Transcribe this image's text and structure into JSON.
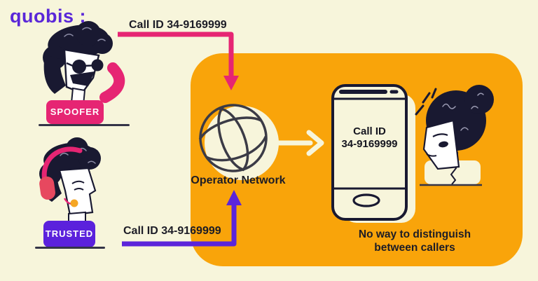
{
  "logo": {
    "text": "quobis :"
  },
  "colors": {
    "background": "#F7F5DB",
    "panel_orange": "#F9A40A",
    "pink": "#E62573",
    "purple": "#5B21DC",
    "logo_purple": "#5A27D8",
    "dark_ink": "#191931",
    "mic_orange": "#F5A623"
  },
  "spoofer": {
    "label": "SPOOFER",
    "call_id": "Call ID 34-9169999"
  },
  "trusted": {
    "label": "TRUSTED",
    "call_id": "Call ID 34-9169999"
  },
  "network": {
    "label": "Operator Network"
  },
  "phone": {
    "screen_line1": "Call ID",
    "screen_line2": "34-9169999"
  },
  "caption": {
    "line1": "No way to distinguish",
    "line2": "between callers"
  }
}
